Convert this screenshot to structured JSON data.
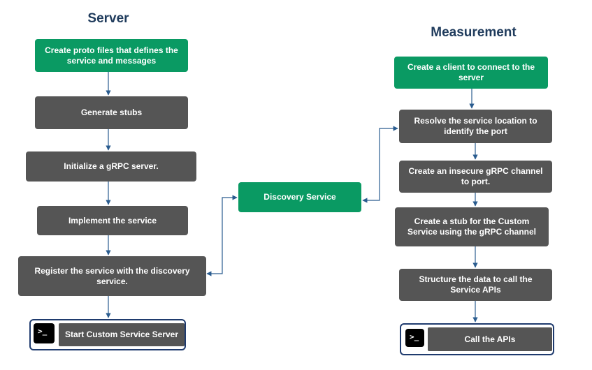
{
  "server": {
    "title": "Server",
    "steps": [
      "Create proto files that defines the service and messages",
      "Generate stubs",
      "Initialize a gRPC server.",
      "Implement the service",
      "Register the service with the discovery service."
    ],
    "final_step": "Start Custom Service Server"
  },
  "discovery": {
    "label": "Discovery Service"
  },
  "measurement": {
    "title": "Measurement",
    "steps": [
      "Create a client to connect to the server",
      "Resolve the service location to identify the port",
      "Create an insecure gRPC channel to port.",
      "Create a stub for the Custom Service using the gRPC channel",
      "Structure the data to call the Service APIs"
    ],
    "final_step": "Call the APIs"
  },
  "colors": {
    "green": "#0a9a63",
    "dark": "#555555",
    "heading": "#1f3b5c",
    "connector": "#2a5c8f"
  },
  "icons": {
    "terminal": "terminal-icon"
  }
}
